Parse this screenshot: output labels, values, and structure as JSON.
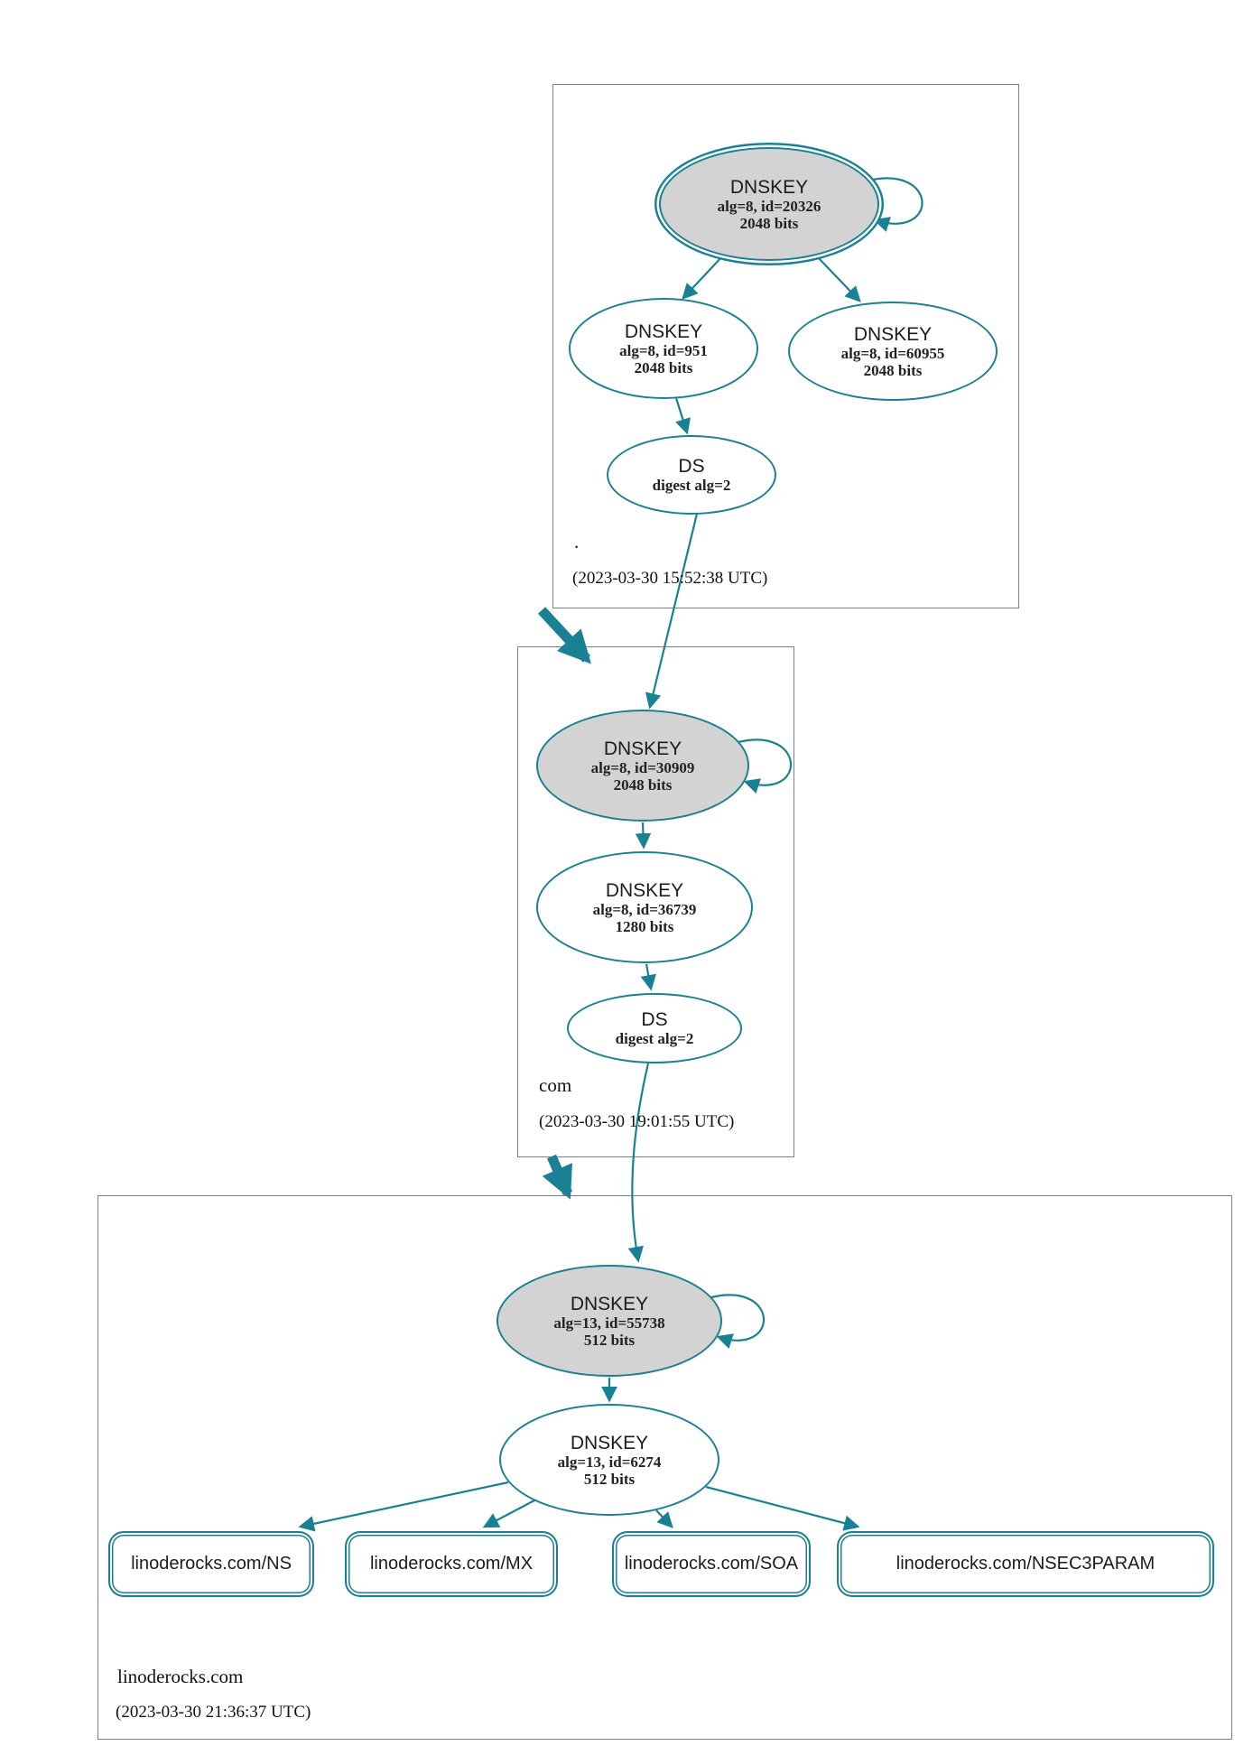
{
  "colors": {
    "edge": "#1a8194",
    "ksk_fill": "#d3d3d3",
    "zone_border": "#7f7f7f"
  },
  "zones": {
    "root": {
      "label": ".",
      "timestamp": "(2023-03-30 15:52:38 UTC)"
    },
    "com": {
      "label": "com",
      "timestamp": "(2023-03-30 19:01:55 UTC)"
    },
    "linoderocks": {
      "label": "linoderocks.com",
      "timestamp": "(2023-03-30 21:36:37 UTC)"
    }
  },
  "nodes": {
    "root_ksk": {
      "type": "DNSKEY",
      "alg": "alg=8, id=20326",
      "bits": "2048 bits"
    },
    "root_zsk_951": {
      "type": "DNSKEY",
      "alg": "alg=8, id=951",
      "bits": "2048 bits"
    },
    "root_zsk_60955": {
      "type": "DNSKEY",
      "alg": "alg=8, id=60955",
      "bits": "2048 bits"
    },
    "root_ds": {
      "type": "DS",
      "alg": "digest alg=2"
    },
    "com_ksk": {
      "type": "DNSKEY",
      "alg": "alg=8, id=30909",
      "bits": "2048 bits"
    },
    "com_zsk": {
      "type": "DNSKEY",
      "alg": "alg=8, id=36739",
      "bits": "1280 bits"
    },
    "com_ds": {
      "type": "DS",
      "alg": "digest alg=2"
    },
    "lr_ksk": {
      "type": "DNSKEY",
      "alg": "alg=13, id=55738",
      "bits": "512 bits"
    },
    "lr_zsk": {
      "type": "DNSKEY",
      "alg": "alg=13, id=6274",
      "bits": "512 bits"
    }
  },
  "rrsets": [
    {
      "label": "linoderocks.com/NS"
    },
    {
      "label": "linoderocks.com/MX"
    },
    {
      "label": "linoderocks.com/SOA"
    },
    {
      "label": "linoderocks.com/NSEC3PARAM"
    }
  ]
}
